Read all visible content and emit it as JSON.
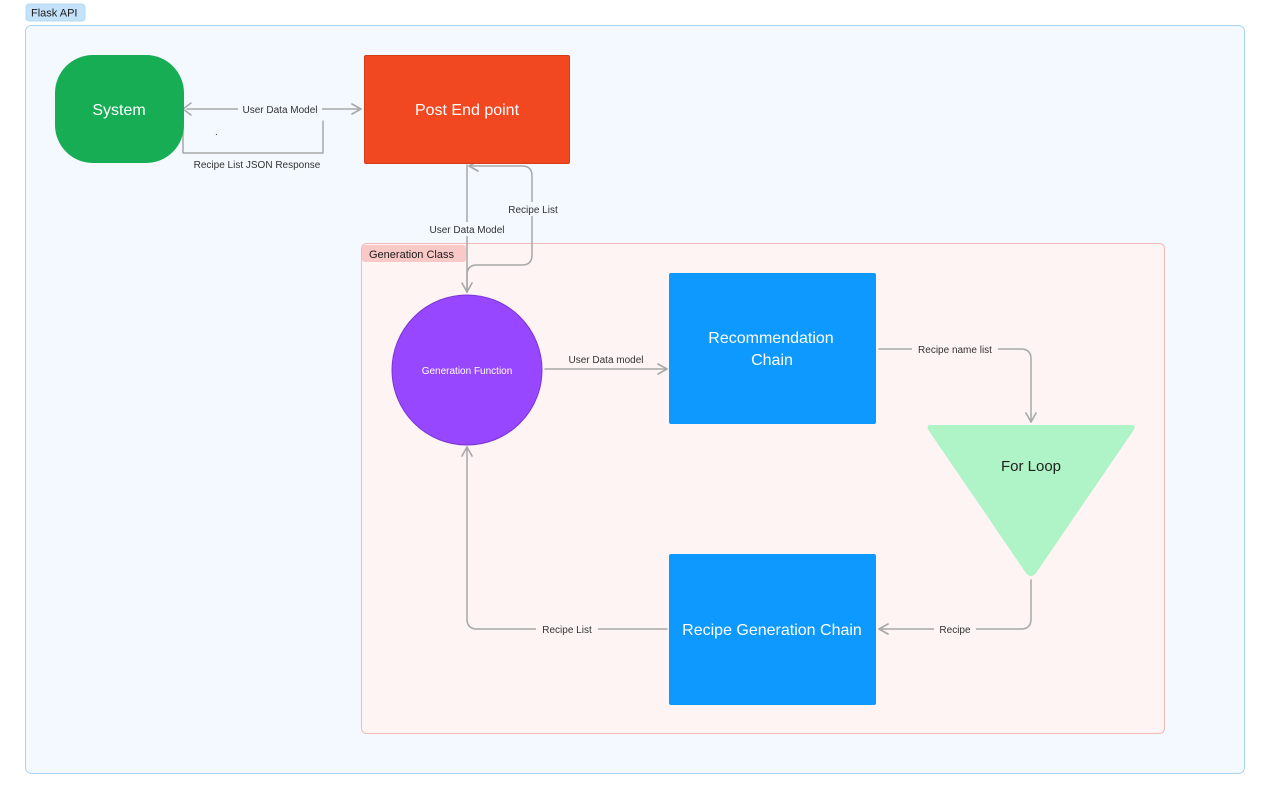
{
  "frames": {
    "outer": {
      "label": "Flask API"
    },
    "inner": {
      "label": "Generation Class"
    }
  },
  "nodes": {
    "system": "System",
    "post_endpoint": "Post End point",
    "generation_function": "Generation Function",
    "recommendation_chain": [
      "Recommendation",
      "Chain"
    ],
    "for_loop": "For Loop",
    "recipe_generation_chain": "Recipe Generation Chain"
  },
  "edges": {
    "system_to_post": "User Data Model",
    "post_to_system": "Recipe List JSON Response",
    "post_to_function": "User Data Model",
    "function_to_post": "Recipe List",
    "function_to_recommendation": "User Data model",
    "recommendation_to_loop": "Recipe name list",
    "loop_to_generation": "Recipe",
    "generation_to_function": "Recipe List"
  },
  "stray_mark": ".",
  "colors": {
    "outer_frame_fill": "#f3f9fe",
    "outer_frame_border": "#a9d4f0",
    "outer_tag_fill": "#c4e3fb",
    "inner_frame_fill": "#fdf4f3",
    "inner_frame_border": "#f3b9b7",
    "inner_tag_fill": "#f8c9c6",
    "system": "#17ad55",
    "post_endpoint": "#f24822",
    "generation_function": "#9747ff",
    "recommendation_chain": "#0d99ff",
    "for_loop": "#aff4c6",
    "recipe_generation_chain": "#0d99ff",
    "connector": "#a8a8a8"
  }
}
